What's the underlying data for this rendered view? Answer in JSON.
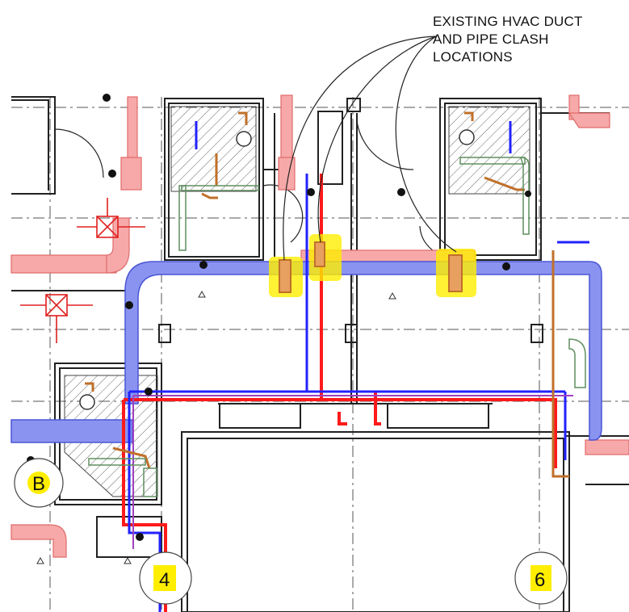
{
  "callout": {
    "lines": [
      "EXISTING HVAC DUCT",
      "AND PIPE CLASH",
      "LOCATIONS"
    ]
  },
  "grid_bubbles": {
    "b": "B",
    "four": "4",
    "six": "6"
  },
  "colors": {
    "supply_duct": "#8a94f0",
    "supply_duct_edge": "#4a55d6",
    "return_duct": "#f7a9a9",
    "return_duct_edge": "#e06a6a",
    "hot_pipe": "#ff1a1a",
    "cold_pipe": "#2222ff",
    "drain_pipe": "#c0702a",
    "vent_pipe": "#5f8f5f",
    "clash_highlight": "#ffee00",
    "walls": "#222222"
  },
  "icons": [
    "ceiling-diffuser-icon",
    "exhaust-fan-icon",
    "floor-drain-icon",
    "toilet-icon",
    "sprinkler-head-icon"
  ]
}
